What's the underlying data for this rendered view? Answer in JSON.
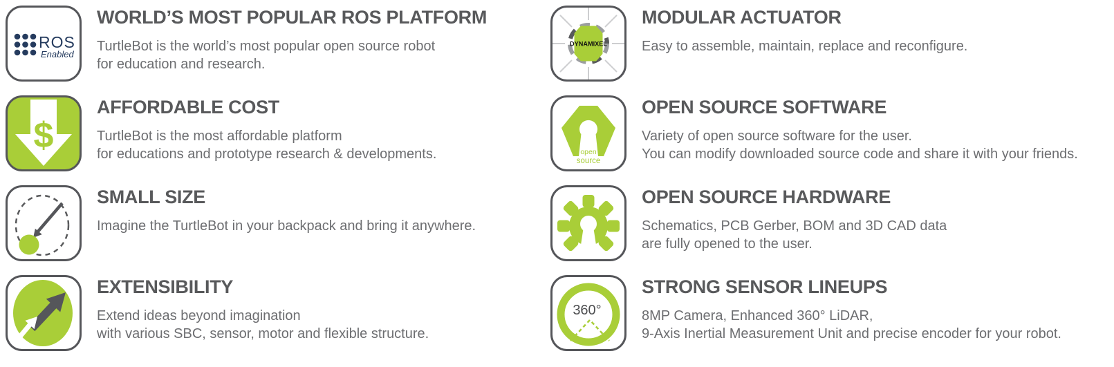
{
  "palette": {
    "green": "#a9ce38",
    "title_gray": "#58595b",
    "body_gray": "#6d6e71",
    "navy": "#253b5e",
    "border_gray": "#55565a"
  },
  "features": {
    "left": [
      {
        "icon": "ros-enabled",
        "title": "WORLD’S MOST POPULAR ROS PLATFORM",
        "description": "TurtleBot is the world’s most popular open source robot\nfor education and research."
      },
      {
        "icon": "affordable-cost",
        "title": "AFFORDABLE COST",
        "description": "TurtleBot is the most affordable platform\nfor educations and prototype research & developments."
      },
      {
        "icon": "small-size",
        "title": "SMALL SIZE",
        "description": "Imagine the TurtleBot in your backpack and bring it anywhere."
      },
      {
        "icon": "extensibility",
        "title": "EXTENSIBILITY",
        "description": "Extend ideas beyond imagination\nwith various SBC, sensor, motor and flexible structure."
      }
    ],
    "right": [
      {
        "icon": "dynamixel-actuator",
        "title": "MODULAR ACTUATOR",
        "description": "Easy to assemble, maintain, replace and reconfigure."
      },
      {
        "icon": "open-source-software",
        "title": "OPEN SOURCE SOFTWARE",
        "description": "Variety of open source software for the user.\nYou can modify downloaded source code and share it with your friends."
      },
      {
        "icon": "open-source-hardware",
        "title": "OPEN SOURCE HARDWARE",
        "description": "Schematics, PCB Gerber, BOM and 3D CAD data\nare fully opened to the user."
      },
      {
        "icon": "360-sensor",
        "title": "STRONG SENSOR LINEUPS",
        "description": "8MP Camera, Enhanced 360° LiDAR,\n9-Axis Inertial Measurement Unit and precise encoder for your robot."
      }
    ]
  },
  "icon_labels": {
    "ros": "ROS",
    "ros_sub": "Enabled",
    "dollar": "$",
    "dynamixel": "DYNAMIXEL",
    "open": "open",
    "source": "source",
    "degrees": "360°"
  }
}
